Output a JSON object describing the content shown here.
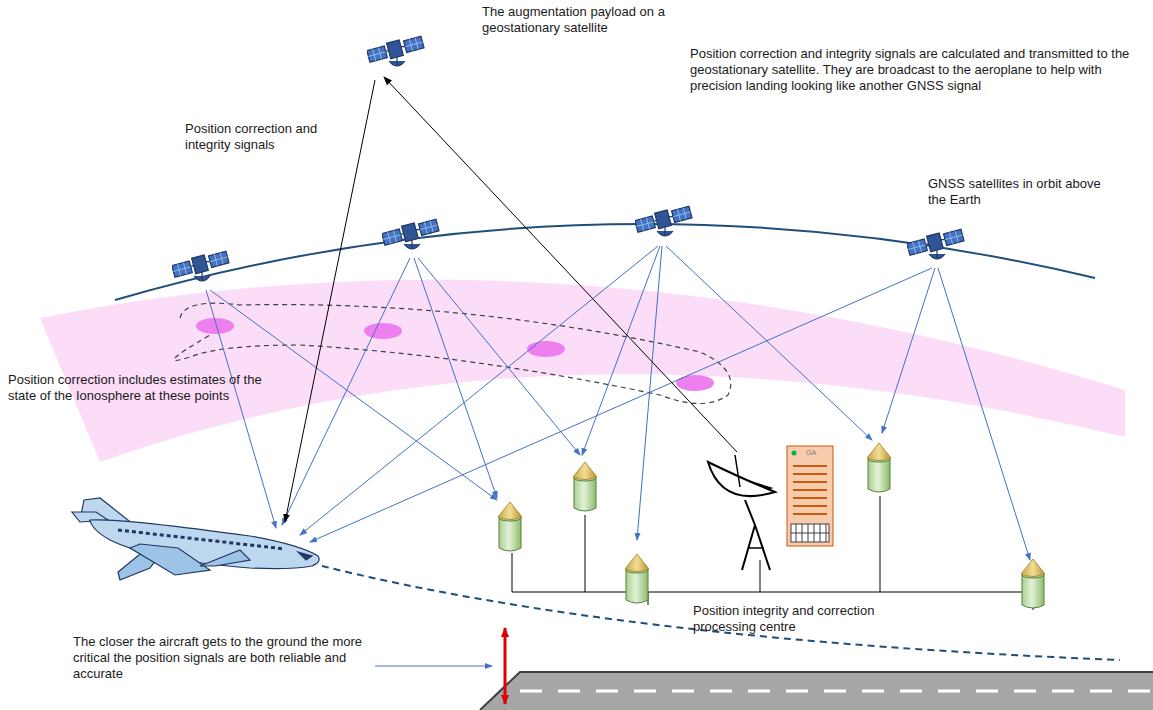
{
  "diagram": {
    "labels": [
      "The augmentation payload on a geostationary satellite",
      "Position correction and integrity signals are calculated and transmitted to the geostationary satellite. They are broadcast to the aeroplane to help with precision landing looking like another GNSS signal",
      "Position correction and integrity signals",
      "GNSS satellites in orbit above the Earth",
      "Position correction includes estimates of the state of the Ionosphere at these points",
      "Position integrity and correction processing centre",
      "The closer the aircraft gets to the ground the more critical the position signals are both reliable and accurate",
      "GA"
    ]
  }
}
